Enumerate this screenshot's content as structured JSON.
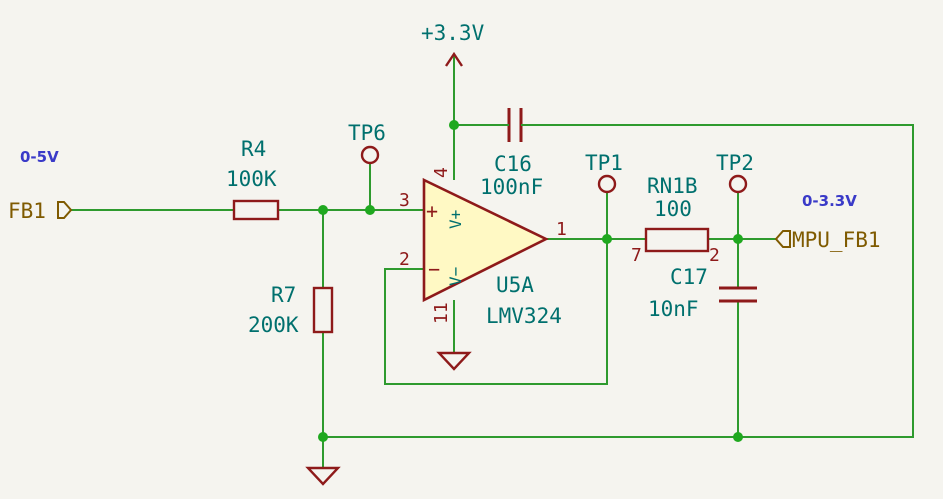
{
  "notes": {
    "input_range": "0-5V",
    "output_range": "0-3.3V"
  },
  "ports": {
    "input": "FB1",
    "output": "MPU_FB1"
  },
  "power": {
    "supply": "+3.3V"
  },
  "components": {
    "r4": {
      "ref": "R4",
      "value": "100K"
    },
    "r7": {
      "ref": "R7",
      "value": "200K"
    },
    "c16": {
      "ref": "C16",
      "value": "100nF"
    },
    "u5a": {
      "ref": "U5A",
      "value": "LMV324",
      "in_plus": "+",
      "in_minus": "−",
      "vplus": "V+",
      "vminus": "V−"
    },
    "rn1b": {
      "ref": "RN1B",
      "value": "100"
    },
    "c17": {
      "ref": "C17",
      "value": "10nF"
    },
    "tp6": {
      "ref": "TP6"
    },
    "tp1": {
      "ref": "TP1"
    },
    "tp2": {
      "ref": "TP2"
    }
  },
  "pins": {
    "u5a_in_plus": "3",
    "u5a_in_minus": "2",
    "u5a_out": "1",
    "u5a_vcc": "4",
    "u5a_gnd": "11",
    "rn1b_a": "7",
    "rn1b_b": "2"
  },
  "colors": {
    "wire": "#2e9a2e",
    "part": "#8e1a1a",
    "label": "#00706e",
    "port": "#7f5a00",
    "note": "#3a3ac8",
    "junction": "#1fa81f",
    "background": "#f5f4ef"
  }
}
